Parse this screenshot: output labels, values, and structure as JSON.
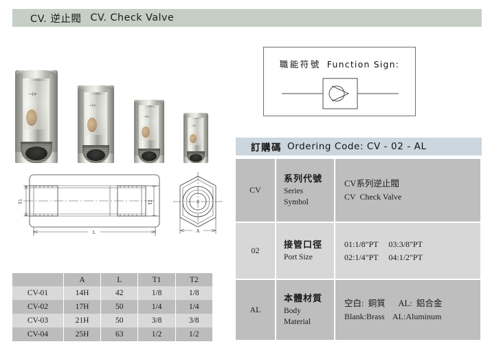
{
  "header": {
    "title_cn": "CV. 逆止閥",
    "title_en": "CV. Check Valve",
    "bg_color": "#c5cfc5"
  },
  "photos": {
    "caption": "",
    "items": [
      {
        "name": "check-valve-cv-04-largest"
      },
      {
        "name": "check-valve-cv-03"
      },
      {
        "name": "check-valve-cv-02"
      },
      {
        "name": "check-valve-cv-01-smallest"
      }
    ]
  },
  "function_sign": {
    "label_cn": "職能符號",
    "label_en": "Function Sign:",
    "symbol_name": "check-valve-schematic-symbol"
  },
  "drawing": {
    "labels": {
      "t1": "T1",
      "t2": "T2",
      "l": "L",
      "a": "A"
    }
  },
  "dimension_table": {
    "columns": [
      "",
      "A",
      "L",
      "T1",
      "T2"
    ],
    "rows": [
      {
        "model": "CV-01",
        "A": "14H",
        "L": "42",
        "T1": "1/8",
        "T2": "1/8"
      },
      {
        "model": "CV-02",
        "A": "17H",
        "L": "50",
        "T1": "1/4",
        "T2": "1/4"
      },
      {
        "model": "CV-03",
        "A": "21H",
        "L": "50",
        "T1": "3/8",
        "T2": "3/8"
      },
      {
        "model": "CV-04",
        "A": "25H",
        "L": "63",
        "T1": "1/2",
        "T2": "1/2"
      }
    ]
  },
  "ordering_code": {
    "header_cn": "訂購碼",
    "header_en": "Ordering Code: CV - 02 - AL",
    "header_bg": "#ccd6de",
    "rows": [
      {
        "code": "CV",
        "name_cn": "系列代號",
        "name_en_line1": "Series",
        "name_en_line2": "Symbol",
        "desc_cn": "CV系列逆止閥",
        "desc_en": "CV  Check Valve"
      },
      {
        "code": "02",
        "name_cn": "接管口徑",
        "name_en_line1": "Port Size",
        "name_en_line2": "",
        "desc_cn": "01:1/8\"PT     03:3/8\"PT",
        "desc_en": "02:1/4\"PT     04:1/2\"PT"
      },
      {
        "code": "AL",
        "name_cn": "本體材質",
        "name_en_line1": "Body",
        "name_en_line2": "Material",
        "desc_cn": "空白:  銅質      AL:  鋁合金",
        "desc_en": "Blank:Brass    AL:Aluminum"
      }
    ]
  }
}
